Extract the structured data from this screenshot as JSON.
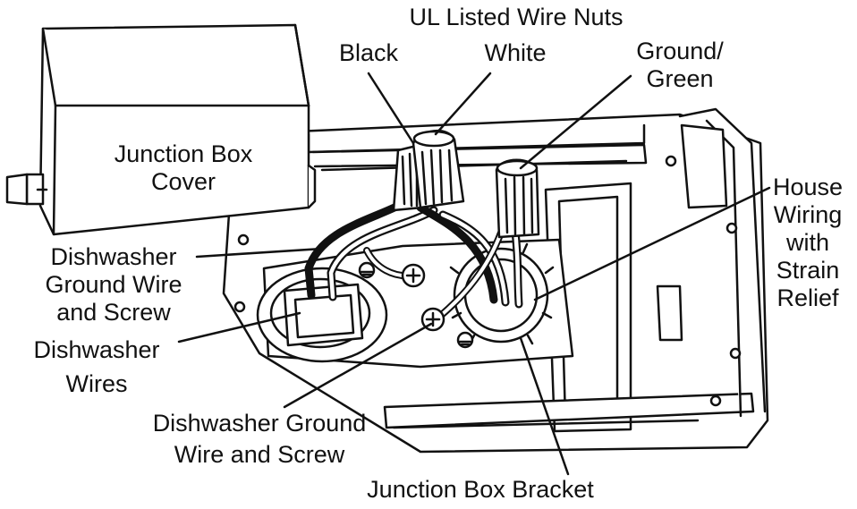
{
  "labels": {
    "wire_nuts": "UL Listed Wire Nuts",
    "black": "Black",
    "white": "White",
    "ground_green": [
      "Ground/",
      "Green"
    ],
    "junction_box_cover": [
      "Junction Box",
      "Cover"
    ],
    "house_wiring": [
      "House",
      "Wiring",
      "with",
      "Strain",
      "Relief"
    ],
    "dw_ground_wire_screw_left": [
      "Dishwasher",
      "Ground Wire",
      "and Screw"
    ],
    "dw_wires": [
      "Dishwasher",
      "Wires"
    ],
    "dw_ground_wire_screw_bottom": [
      "Dishwasher Ground",
      "Wire and Screw"
    ],
    "junction_box_bracket": "Junction Box Bracket"
  },
  "colors": {
    "ink": "#111111",
    "paper": "#ffffff"
  }
}
